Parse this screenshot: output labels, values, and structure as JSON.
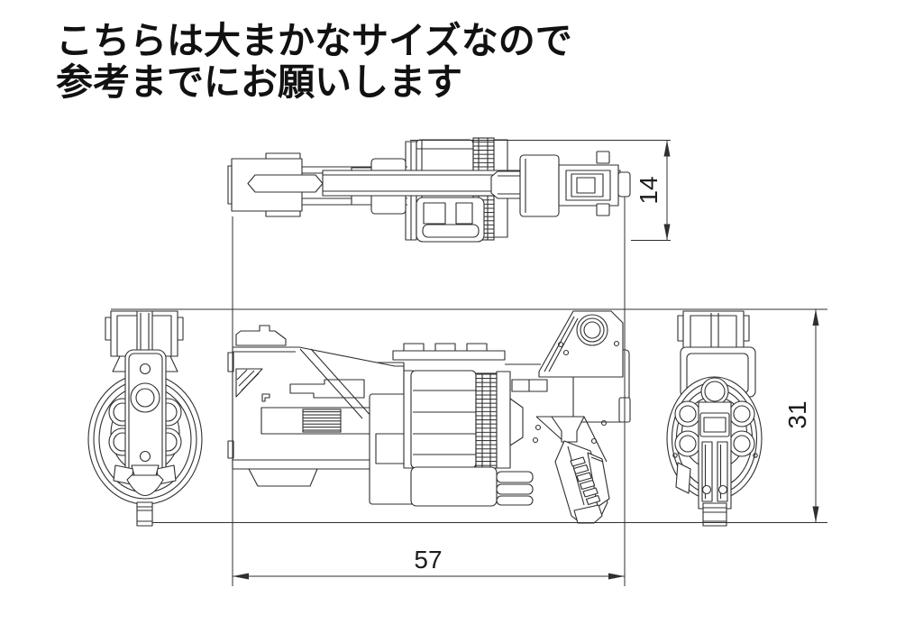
{
  "colors": {
    "background": "#ffffff",
    "line": "#2f2f2f",
    "text": "#111111"
  },
  "note": {
    "line1": "こちらは大まかなサイズなので",
    "line2": "参考までにお願いします"
  },
  "dimensions": {
    "top_view_width": "14",
    "overall_length": "57",
    "overall_height": "31"
  }
}
